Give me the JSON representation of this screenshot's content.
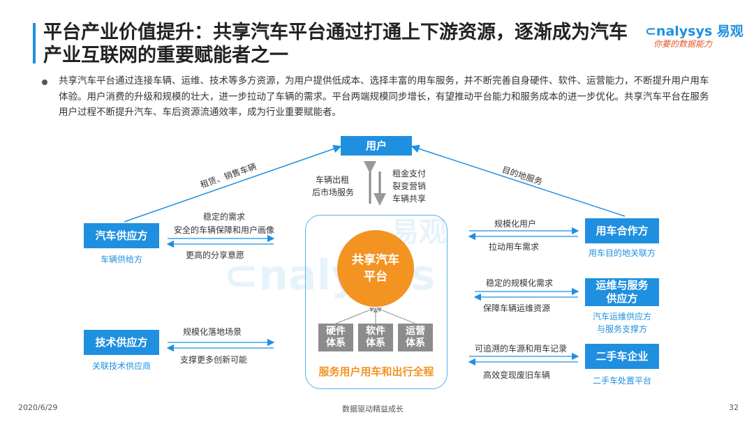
{
  "header": {
    "title": "平台产业价值提升：共享汽车平台通过打通上下游资源，逐渐成为汽车产业互联网的重要赋能者之一",
    "logo_name": "nalysys 易观",
    "logo_tagline": "你要的数据能力"
  },
  "intro": "共享汽车平台通过连接车辆、运维、技术等多方资源，为用户提供低成本、选择丰富的用车服务，并不断完善自身硬件、软件、运营能力，不断提升用户用车体验。用户消费的升级和规模的壮大，进一步拉动了车辆的需求。平台两端规模同步增长，有望推动平台能力和服务成本的进一步优化。共享汽车平台在服务用户过程不断提升汽车、车后资源流通效率，成为行业重要赋能者。",
  "diagram": {
    "user_box": "用户",
    "left_top_diag": "租赁、销售车辆",
    "right_top_diag": "目的地服务",
    "center_left_labels": [
      "车辆出租",
      "后市场服务"
    ],
    "center_right_labels": [
      "租金支付",
      "裂变营销",
      "车辆共享"
    ],
    "platform_circle": "共享汽车平台",
    "systems": [
      "硬件体系",
      "软件体系",
      "运营体系"
    ],
    "platform_caption": "服务用户用车和出行全程",
    "left_nodes": [
      {
        "name": "汽车供应方",
        "sub": "车辆供给方",
        "top_label": "稳定的需求\n安全的车辆保障和用户画像",
        "bottom_label": "更高的分享意愿"
      },
      {
        "name": "技术供应方",
        "sub": "关联技术供应商",
        "top_label": "规模化落地场景",
        "bottom_label": "支撑更多创新可能"
      }
    ],
    "right_nodes": [
      {
        "name": "用车合作方",
        "sub": "用车目的地关联方",
        "top_label": "规模化用户",
        "bottom_label": "拉动用车需求"
      },
      {
        "name": "运维与服务供应方",
        "sub": "汽车运维供应方\n与服务支撑方",
        "top_label": "稳定的规模化需求",
        "bottom_label": "保障车辆运维资源"
      },
      {
        "name": "二手车企业",
        "sub": "二手车处置平台",
        "top_label": "可追溯的车源和用车记录",
        "bottom_label": "高效变现废旧车辆"
      }
    ]
  },
  "footer": {
    "date": "2020/6/29",
    "slogan": "数据驱动精益成长",
    "page": "32"
  },
  "colors": {
    "accent": "#1f8fe0",
    "orange": "#f39322",
    "gray": "#8c8c8c"
  }
}
